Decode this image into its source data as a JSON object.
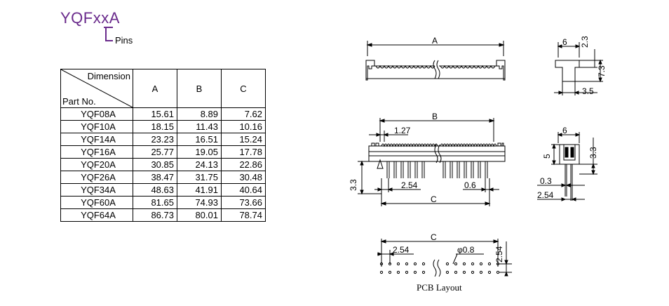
{
  "header": {
    "part_code": "YQFxxA",
    "pins_label": "Pins"
  },
  "table": {
    "dimension_label": "Dimension",
    "part_label": "Part No.",
    "columns": [
      "A",
      "B",
      "C"
    ],
    "rows": [
      {
        "part": "YQF08A",
        "a": "15.61",
        "b": "8.89",
        "c": "7.62"
      },
      {
        "part": "YQF10A",
        "a": "18.15",
        "b": "11.43",
        "c": "10.16"
      },
      {
        "part": "YQF14A",
        "a": "23.23",
        "b": "16.51",
        "c": "15.24"
      },
      {
        "part": "YQF16A",
        "a": "25.77",
        "b": "19.05",
        "c": "17.78"
      },
      {
        "part": "YQF20A",
        "a": "30.85",
        "b": "24.13",
        "c": "22.86"
      },
      {
        "part": "YQF26A",
        "a": "38.47",
        "b": "31.75",
        "c": "30.48"
      },
      {
        "part": "YQF34A",
        "a": "48.63",
        "b": "41.91",
        "c": "40.64"
      },
      {
        "part": "YQF60A",
        "a": "81.65",
        "b": "74.93",
        "c": "73.66"
      },
      {
        "part": "YQF64A",
        "a": "86.73",
        "b": "80.01",
        "c": "78.74"
      }
    ]
  },
  "drawing": {
    "top_view_A": "A",
    "front_B": "B",
    "front_pitch": "1.27",
    "front_pin_pitch": "2.54",
    "front_pin_width": "0.6",
    "front_pin_length": "3.3",
    "front_C": "C",
    "side_top_width": "6",
    "side_top_h1": "2.3",
    "side_top_h2": "7.3",
    "side_top_w2": "3.5",
    "side_b_width": "6",
    "side_b_h": "5",
    "side_b_h2": "3.3",
    "side_b_pin": "0.3",
    "side_b_pitch": "2.54",
    "pcb_C": "C",
    "pcb_pitch": "2.54",
    "pcb_hole": "φ0.8",
    "pcb_row_pitch": "2.54",
    "pcb_caption": "PCB Layout"
  }
}
